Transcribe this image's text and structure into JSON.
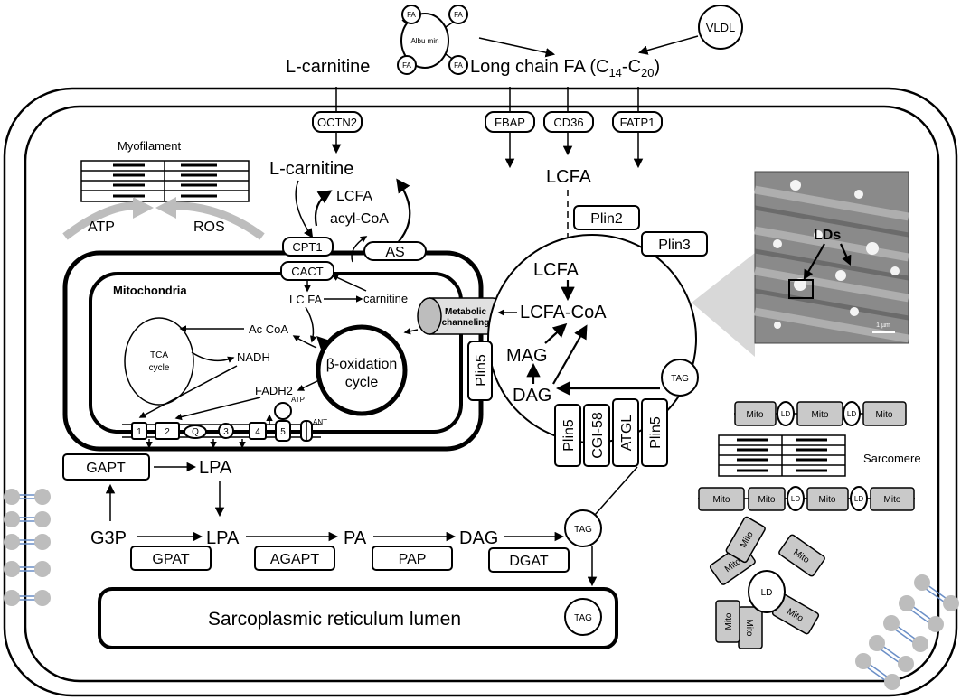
{
  "outside": {
    "albumin_label": "Albu min",
    "fa_label": "FA",
    "vldl_label": "VLDL",
    "long_chain_fa": "Long chain FA (C",
    "c14": "14",
    "dash_c": "-C",
    "c20": "20",
    "close_paren": ")",
    "l_carnitine_out": "L-carnitine"
  },
  "transporters": {
    "octn2": "OCTN2",
    "fbap": "FBAP",
    "cd36": "CD36",
    "fatp1": "FATP1"
  },
  "cytosol": {
    "l_carnitine_in": "L-carnitine",
    "lcfa": "LCFA",
    "lcfa_acyl_coa_1": "LCFA",
    "lcfa_acyl_coa_2": "acyl-CoA",
    "myofilament": "Myofilament",
    "atp": "ATP",
    "ros": "ROS",
    "cpt1": "CPT1",
    "as": "AS",
    "cact": "CACT"
  },
  "mitochondria": {
    "title": "Mitochondria",
    "lc_fa": "LC FA",
    "carnitine": "carnitine",
    "ac_coa": "Ac CoA",
    "nadh": "NADH",
    "fadh2": "FADH2",
    "tca_1": "TCA",
    "tca_2": "cycle",
    "beta_1": "β-oxidation",
    "beta_2": "cycle",
    "atp": "ATP",
    "ant": "ANT",
    "complex_1": "1",
    "complex_2": "2",
    "complex_q": "Q",
    "complex_3": "3",
    "complex_4": "4",
    "complex_5": "5"
  },
  "channel": {
    "line1": "Metabolic",
    "line2": "channeling"
  },
  "lipid_droplet": {
    "plin2": "Plin2",
    "plin3": "Plin3",
    "plin5_left": "Plin5",
    "lcfa": "LCFA",
    "lcfa_coa": "LCFA-CoA",
    "mag": "MAG",
    "dag": "DAG",
    "tag": "TAG",
    "plin5_a": "Plin5",
    "cgi58": "CGI-58",
    "atgl": "ATGL",
    "plin5_b": "Plin5"
  },
  "micrograph": {
    "lds": "LDs",
    "scale": "1 µm"
  },
  "right_panel": {
    "mito": "Mito",
    "ld": "LD",
    "sarcomere": "Sarcomere"
  },
  "synthesis": {
    "gapt": "GAPT",
    "lpa_top": "LPA",
    "g3p": "G3P",
    "lpa": "LPA",
    "pa": "PA",
    "dag": "DAG",
    "tag": "TAG",
    "gpat": "GPAT",
    "agapt": "AGAPT",
    "pap": "PAP",
    "dgat": "DGAT",
    "sr_lumen": "Sarcoplasmic reticulum lumen",
    "sr_tag": "TAG"
  }
}
